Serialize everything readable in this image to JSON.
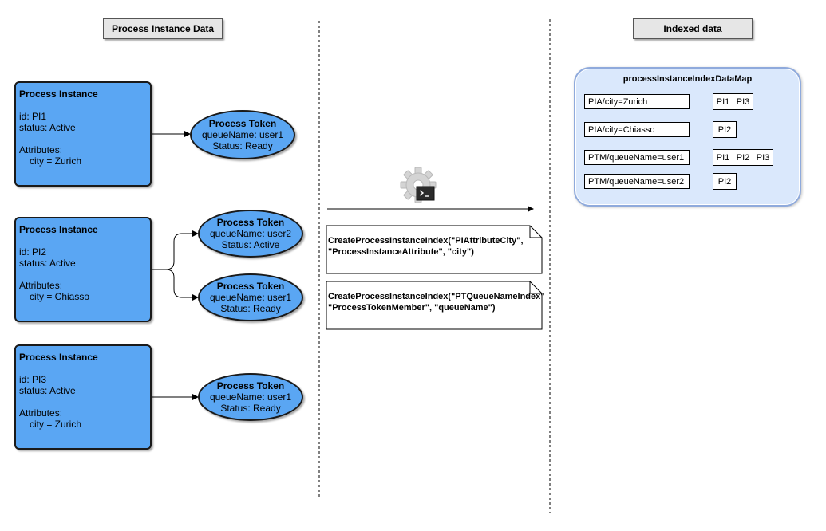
{
  "headers": {
    "left": "Process Instance Data",
    "right": "Indexed data"
  },
  "process_instances": [
    {
      "title": "Process Instance",
      "id": "id: PI1",
      "status": "status: Active",
      "attributes_label": "Attributes:",
      "attribute": "city = Zurich"
    },
    {
      "title": "Process Instance",
      "id": "id: PI2",
      "status": "status: Active",
      "attributes_label": "Attributes:",
      "attribute": "city = Chiasso"
    },
    {
      "title": "Process Instance",
      "id": "id: PI3",
      "status": "status: Active",
      "attributes_label": "Attributes:",
      "attribute": "city = Zurich"
    }
  ],
  "process_tokens": [
    {
      "title": "Process Token",
      "queue": "queueName: user1",
      "status": "Status: Ready"
    },
    {
      "title": "Process Token",
      "queue": "queueName: user2",
      "status": "Status: Active"
    },
    {
      "title": "Process Token",
      "queue": "queueName: user1",
      "status": "Status: Ready"
    },
    {
      "title": "Process Token",
      "queue": "queueName: user1",
      "status": "Status: Ready"
    }
  ],
  "operations": [
    {
      "line1": "CreateProcessInstanceIndex(\"PIAttributeCity\",",
      "line2": "\"ProcessInstanceAttribute\", \"city\")"
    },
    {
      "line1": "CreateProcessInstanceIndex(\"PTQueueNameIndex\"",
      "line2": "\"ProcessTokenMember\", \"queueName\")"
    }
  ],
  "index_map": {
    "title": "processInstanceIndexDataMap",
    "entries": [
      {
        "key": "PIA/city=Zurich",
        "values": [
          "PI1",
          "PI3"
        ]
      },
      {
        "key": "PIA/city=Chiasso",
        "values": [
          "PI2"
        ]
      },
      {
        "key": "PTM/queueName=user1",
        "values": [
          "PI1",
          "PI2",
          "PI3"
        ]
      },
      {
        "key": "PTM/queueName=user2",
        "values": [
          "PI2"
        ]
      }
    ]
  },
  "icons": {
    "operation": "gear-terminal-icon"
  },
  "colors": {
    "node_fill": "#5aa6f3",
    "map_fill": "#dae8fc",
    "map_border": "#8faadc",
    "header_fill": "#e6e6e6"
  }
}
